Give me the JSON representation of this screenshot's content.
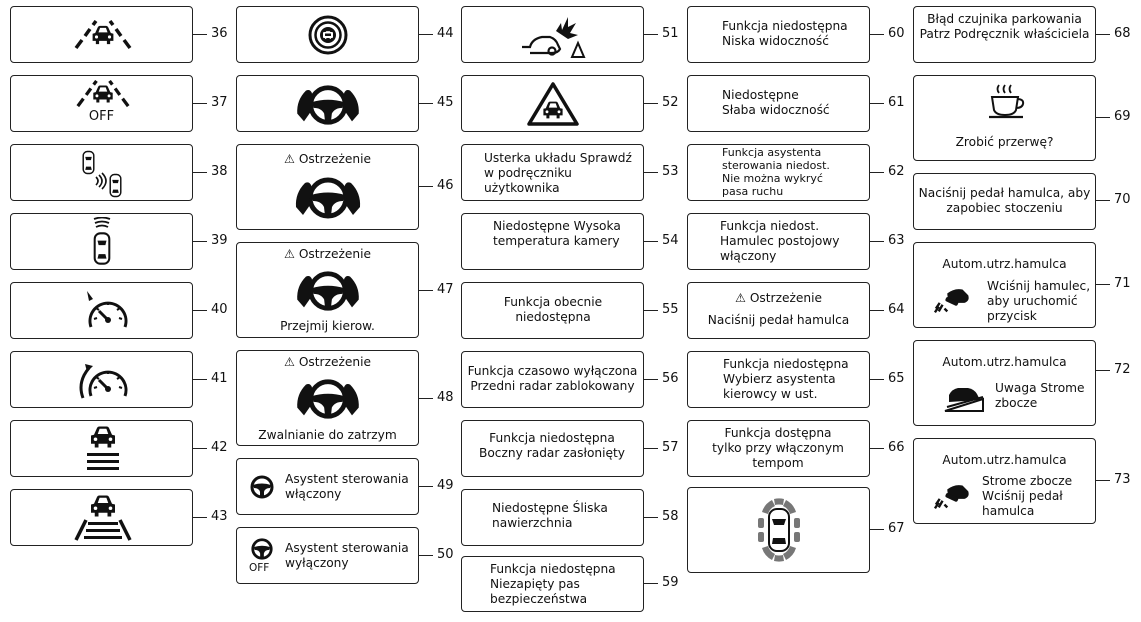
{
  "labels": {
    "n36": "36",
    "n37": "37",
    "n38": "38",
    "n39": "39",
    "n40": "40",
    "n41": "41",
    "n42": "42",
    "n43": "43",
    "n44": "44",
    "n45": "45",
    "n46": "46",
    "n47": "47",
    "n48": "48",
    "n49": "49",
    "n50": "50",
    "n51": "51",
    "n52": "52",
    "n53": "53",
    "n54": "54",
    "n55": "55",
    "n56": "56",
    "n57": "57",
    "n58": "58",
    "n59": "59",
    "n60": "60",
    "n61": "61",
    "n62": "62",
    "n63": "63",
    "n64": "64",
    "n65": "65",
    "n66": "66",
    "n67": "67",
    "n68": "68",
    "n69": "69",
    "n70": "70",
    "n71": "71",
    "n72": "72",
    "n73": "73"
  },
  "texts": {
    "off37": "OFF",
    "warn46": "⚠ Ostrzeżenie",
    "warn47": "⚠ Ostrzeżenie",
    "take47": "Przejmij kierow.",
    "warn48": "⚠ Ostrzeżenie",
    "brake48": "Zwalnianie do zatrzym",
    "t49": "Asystent sterowania włączony",
    "t50": "Asystent sterowania wyłączony",
    "off50": "OFF",
    "t53": "Usterka układu Sprawdź w podręczniku użytkownika",
    "t54": "Niedostępne Wysoka temperatura kamery",
    "t55": "Funkcja obecnie niedostępna",
    "t56": "Funkcja czasowo wyłączona Przedni radar zablokowany",
    "t57": "Funkcja niedostępna Boczny radar zasłonięty",
    "t58": "Niedostępne Śliska nawierzchnia",
    "t59": "Funkcja niedostępna Niezapięty pas bezpieczeństwa",
    "t60": "Funkcja niedostępna Niska widoczność",
    "t61": "Niedostępne Słaba widoczność",
    "t62": "Funkcja asystenta sterowania niedost. Nie można wykryć pasa ruchu",
    "t63": "Funkcja niedost. Hamulec postojowy włączony",
    "warn64": "⚠ Ostrzeżenie",
    "t64": "Naciśnij pedał hamulca",
    "t65": "Funkcja niedostępna Wybierz asystenta kierowcy w ust.",
    "t66": "Funkcja dostępna tylko przy włączonym tempom",
    "t68": "Błąd czujnika parkowania Patrz Podręcznik właściciela",
    "t69": "Zrobić przerwę?",
    "t70": "Naciśnij pedał hamulca, aby zapobiec stoczeniu",
    "h71": "Autom.utrz.hamulca",
    "t71": "Wciśnij hamulec, aby uruchomić przycisk",
    "h72": "Autom.utrz.hamulca",
    "t72": "Uwaga Strome zbocze",
    "h73": "Autom.utrz.hamulca",
    "t73": "Strome zbocze Wciśnij pedał hamulca"
  }
}
